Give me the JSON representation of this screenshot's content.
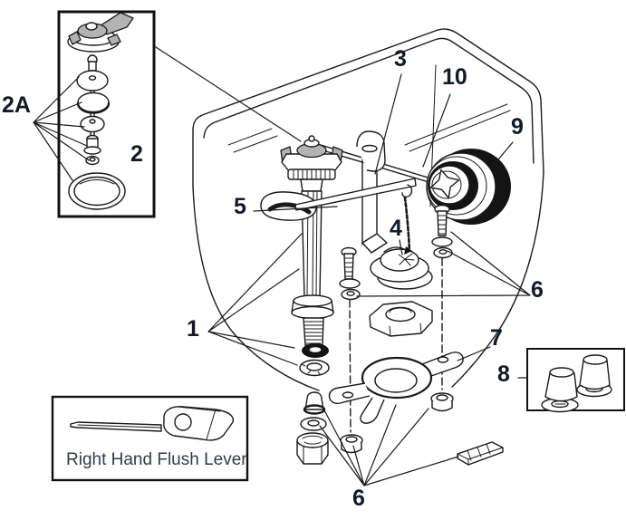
{
  "figure": {
    "background": "#ffffff",
    "ink_color": "#1a1a1a",
    "label_color": "#131a26",
    "callouts": {
      "c1": "1",
      "c2": "2",
      "c2a": "2A",
      "c3": "3",
      "c4": "4",
      "c5": "5",
      "c6_right": "6",
      "c6_bottom": "6",
      "c7": "7",
      "c8": "8",
      "c9": "9",
      "c10": "10"
    },
    "inset_caption": "Right Hand Flush Lever"
  }
}
